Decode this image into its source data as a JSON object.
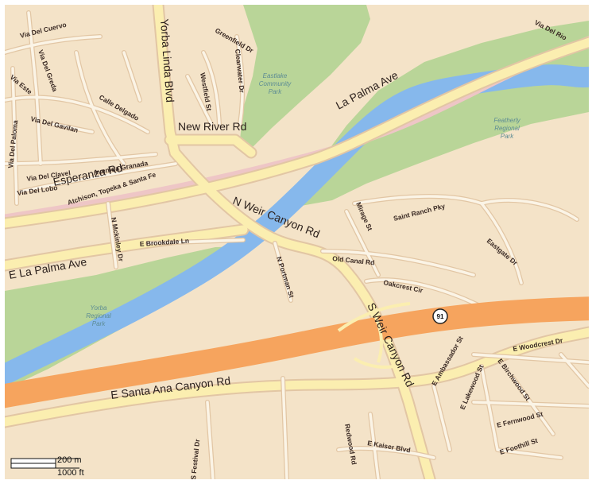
{
  "map": {
    "colors": {
      "land": "#f4e3c8",
      "park": "#b9d598",
      "water": "#86b8ec",
      "freeway": "#f6a45e",
      "major_road": "#fbeeb0",
      "road_outline": "#e2c6a4",
      "minor_road": "#fbf4e6",
      "rail": "#eec6c6"
    },
    "parks": [
      "Eastlake Community Park",
      "Featherly Regional Park",
      "Yorba Regional Park"
    ],
    "major_roads": [
      "La Palma Ave",
      "Yorba Linda Blvd",
      "New River Rd",
      "Esperanza Rd",
      "N Weir Canyon Rd",
      "E La Palma Ave",
      "S Weir Canyon Rd",
      "E Santa Ana Canyon Rd"
    ],
    "streets": [
      "Via Del Cuervo",
      "Via Del Rio",
      "Via Del Greda",
      "Via Este",
      "Via Del Paloma",
      "Via Del Gavilan",
      "Calle Delgado",
      "Via Del Clavel",
      "Avenida Granada",
      "Via Del Lobo",
      "Atchison, Topeka & Santa Fe",
      "Westfield St",
      "Greenfield Dr",
      "Clearwater Dr",
      "E Brookdale Ln",
      "N Mckinley Dr",
      "Mirage St",
      "Saint Ranch Pky",
      "Old Canal Rd",
      "N Portman St",
      "Oakcrest Cir",
      "Eastgate Dr",
      "E Woodcrest Dr",
      "E Ambassador St",
      "E Birchwood St",
      "E Lakewood St",
      "E Fernwood St",
      "E Foothill St",
      "Redwood Rd",
      "E Kaiser Blvd",
      "S Festival Dr"
    ],
    "route_shield": "91",
    "scale": {
      "metric": "200 m",
      "imperial": "1000 ft"
    }
  }
}
